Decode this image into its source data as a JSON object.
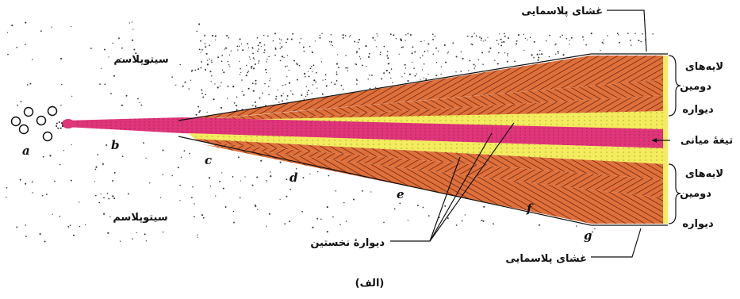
{
  "labels": {
    "plasma_membrane_top": "غشای پلاسمایی",
    "plasma_membrane_bottom": "غشای پلاسمایی",
    "cytoplasm_top": "سیتوپلاسم",
    "cytoplasm_bottom": "سیتوپلاسم",
    "secondary_wall_top": [
      "لایه‌های",
      "دومین",
      "دیواره"
    ],
    "secondary_wall_bottom": [
      "لایه‌های",
      "دومین",
      "دیواره"
    ],
    "middle_lamella": "تیغهٔ میانی",
    "primary_wall": "دیوارهٔ نخستین",
    "caption": "(الف)"
  },
  "stage_letters": [
    "a",
    "b",
    "c",
    "d",
    "e",
    "f",
    "g"
  ],
  "colors": {
    "middle_lamella": "#e0357a",
    "primary_wall": "#f3ec5e",
    "secondary_wall": "#e0703a",
    "hatch": "#5a1e10",
    "ink": "#111111"
  }
}
